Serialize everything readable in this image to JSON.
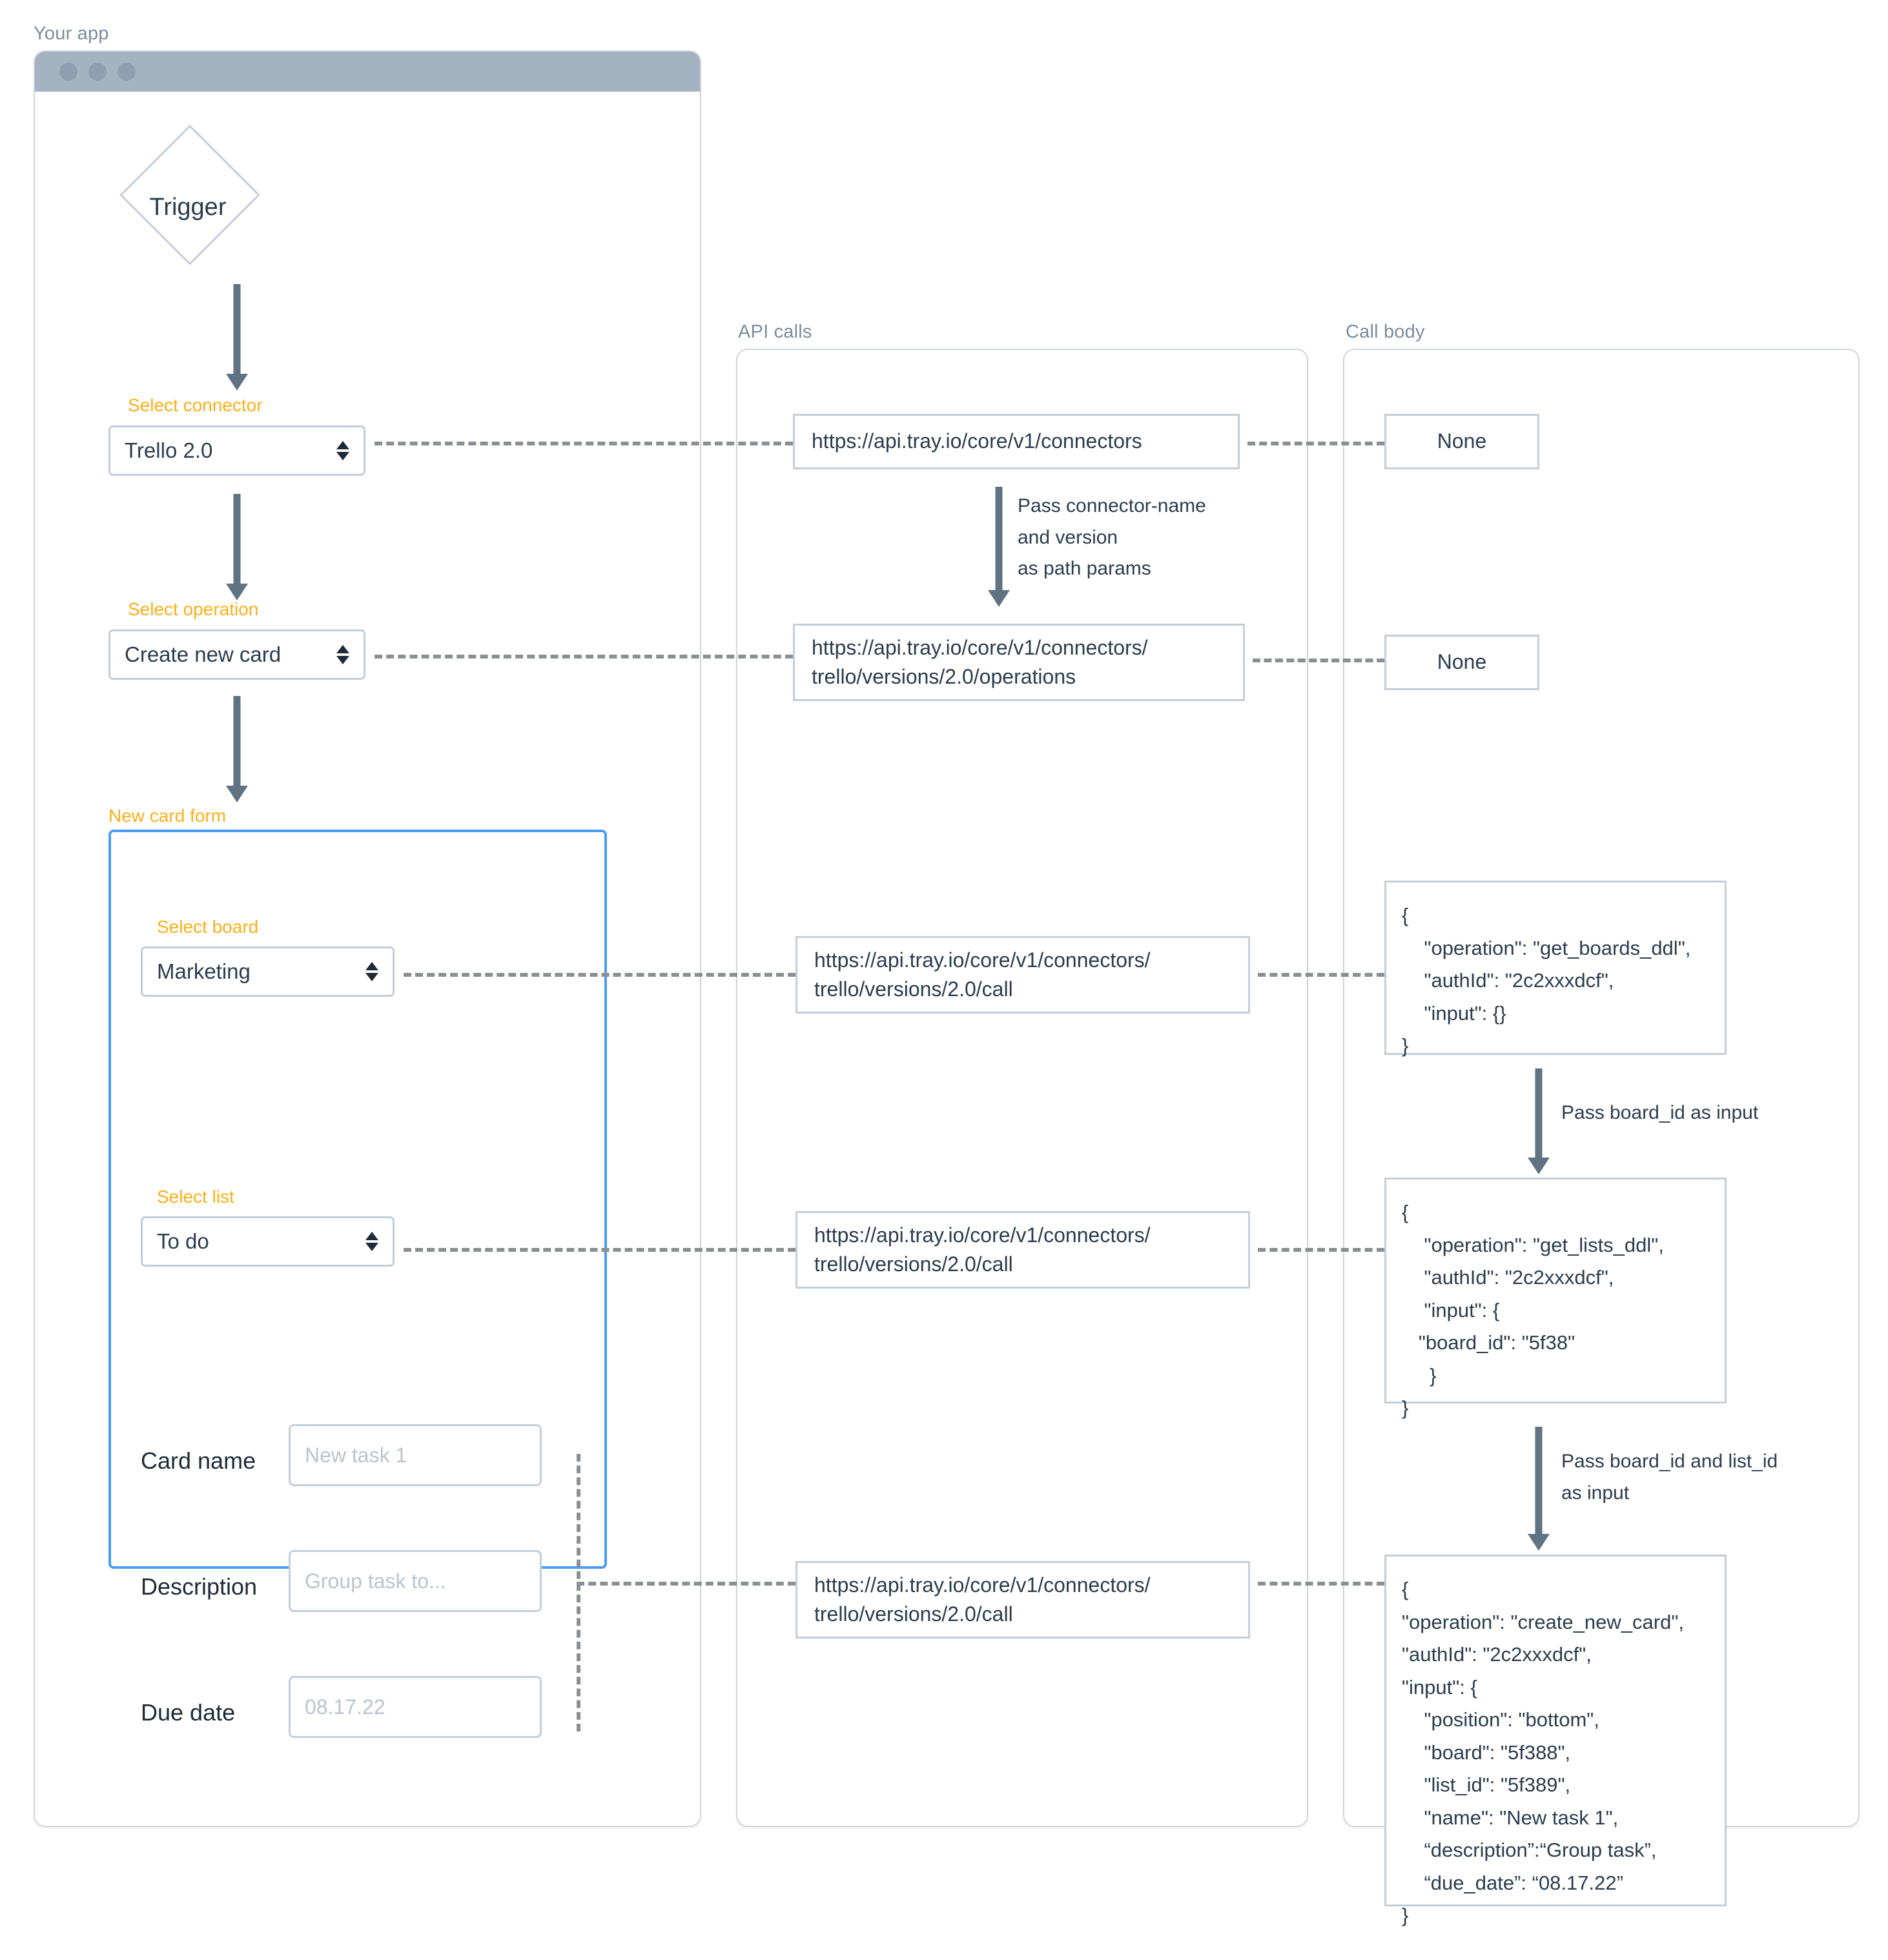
{
  "panels": {
    "your_app": "Your app",
    "api_calls": "API calls",
    "call_body": "Call body"
  },
  "app": {
    "trigger_label": "Trigger",
    "connector": {
      "label": "Select connector",
      "value": "Trello 2.0"
    },
    "operation": {
      "label": "Select operation",
      "value": "Create new card"
    },
    "form": {
      "label": "New card form",
      "board": {
        "label": "Select board",
        "value": "Marketing"
      },
      "list": {
        "label": "Select list",
        "value": "To do"
      },
      "card_name": {
        "label": "Card name",
        "placeholder": "New task 1"
      },
      "description": {
        "label": "Description",
        "placeholder": "Group task to..."
      },
      "due_date": {
        "label": "Due date",
        "placeholder": "08.17.22"
      }
    }
  },
  "api_calls": {
    "connectors": "https://api.tray.io/core/v1/connectors",
    "operations": "https://api.tray.io/core/v1/connectors/\ntrello/versions/2.0/operations",
    "call_board": "https://api.tray.io/core/v1/connectors/\ntrello/versions/2.0/call",
    "call_list": "https://api.tray.io/core/v1/connectors/\ntrello/versions/2.0/call",
    "call_create": "https://api.tray.io/core/v1/connectors/\ntrello/versions/2.0/call",
    "annotation_path_params": "Pass connector-name\nand version\n as path params"
  },
  "call_bodies": {
    "none_connectors": "None",
    "none_operations": "None",
    "get_boards_ddl": "{\n    \"operation\": \"get_boards_ddl\",\n    \"authId\": \"2c2xxxdcf\",\n    \"input\": {}\n}",
    "get_lists_ddl": "{\n    \"operation\": \"get_lists_ddl\",\n    \"authId\": \"2c2xxxdcf\",\n    \"input\": {\n   \"board_id\": \"5f38\"\n     }\n}",
    "create_new_card": "{\n\"operation\": \"create_new_card\",\n\"authId\": \"2c2xxxdcf\",\n\"input\": {\n    \"position\": \"bottom\",\n    \"board\": \"5f388\",\n    \"list_id\": \"5f389\",\n    \"name\": \"New task 1\",\n    “description”:“Group task”,\n    “due_date”: “08.17.22”\n}",
    "annotation_board_id": "Pass board_id as input",
    "annotation_board_list_id": "Pass board_id and list_id\nas input"
  },
  "colors": {
    "accent_orange": "#fcaf17",
    "form_border_blue": "#4a9cf6",
    "box_border": "#c2cfdb",
    "titlebar": "#a4b3c2",
    "arrow": "#5f7382",
    "dash": "#8a8f94",
    "text": "#2b3c4e"
  }
}
